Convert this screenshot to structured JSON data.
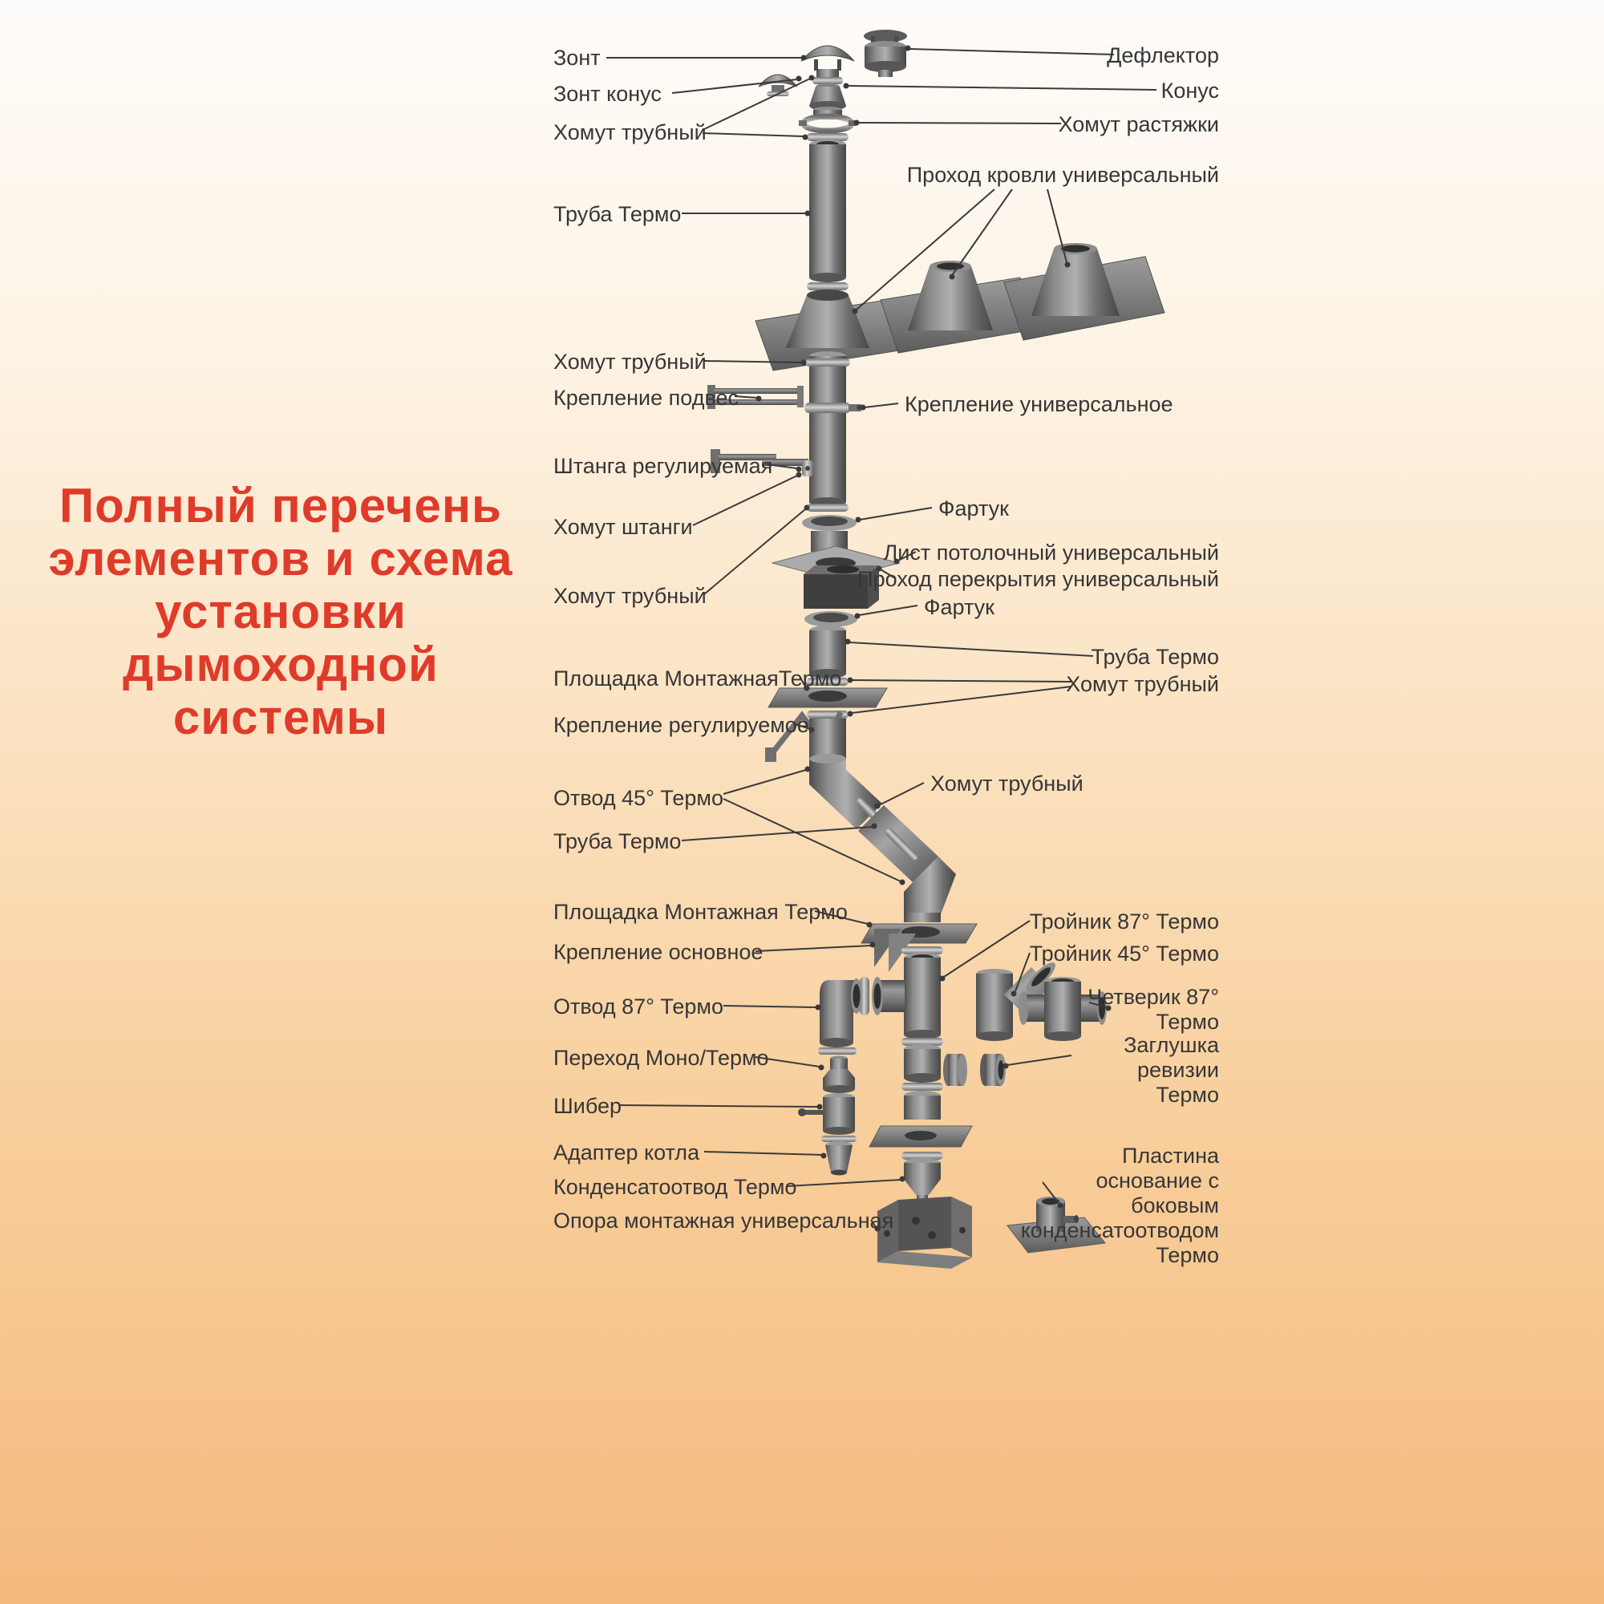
{
  "title": {
    "color": "#df3b2a",
    "lines": [
      "Полный перечень",
      "элементов и схема",
      "установки",
      "дымоходной",
      "системы"
    ]
  },
  "background": {
    "top": "#fefcfa",
    "bottom": "#f4ba7e"
  },
  "labels": {
    "left": [
      {
        "text": "Зонт"
      },
      {
        "text": "Зонт конус"
      },
      {
        "text": "Хомут трубный"
      },
      {
        "text": "Труба Термо"
      },
      {
        "text": "Хомут трубный"
      },
      {
        "text": "Крепление подвес"
      },
      {
        "text": "Штанга регулируемая"
      },
      {
        "text": "Хомут штанги"
      },
      {
        "text": "Хомут трубный"
      },
      {
        "text": "Площадка МонтажнаяТермо"
      },
      {
        "text": "Крепление регулируемое"
      },
      {
        "text": "Отвод 45° Термо"
      },
      {
        "text": "Труба Термо"
      },
      {
        "text": "Площадка Монтажная Термо"
      },
      {
        "text": "Крепление основное"
      },
      {
        "text": "Отвод 87° Термо"
      },
      {
        "text": "Переход Моно/Термо"
      },
      {
        "text": "Шибер"
      },
      {
        "text": "Адаптер котла"
      },
      {
        "text": "Конденсатоотвод Термо"
      },
      {
        "text": "Опора монтажная универсальная"
      }
    ],
    "right": [
      {
        "text": "Дефлектор"
      },
      {
        "text": "Конус"
      },
      {
        "text": "Хомут растяжки"
      },
      {
        "text": "Проход кровли универсальный"
      },
      {
        "text": "Крепление универсальное"
      },
      {
        "text": "Фартук"
      },
      {
        "text": "Лист потолочный универсальный"
      },
      {
        "text": "Проход перекрытия универсальный"
      },
      {
        "text": "Фартук"
      },
      {
        "text": "Труба Термо"
      },
      {
        "text": "Хомут трубный"
      },
      {
        "text": "Хомут трубный"
      },
      {
        "text": "Тройник 87° Термо"
      },
      {
        "text": "Тройник 45° Термо"
      },
      {
        "text": "Четверик 87° Термо"
      },
      {
        "text": "Заглушка ревизии Термо"
      },
      {
        "text": "Пластина основание с боковым конденсатоотводом Термо"
      }
    ]
  }
}
